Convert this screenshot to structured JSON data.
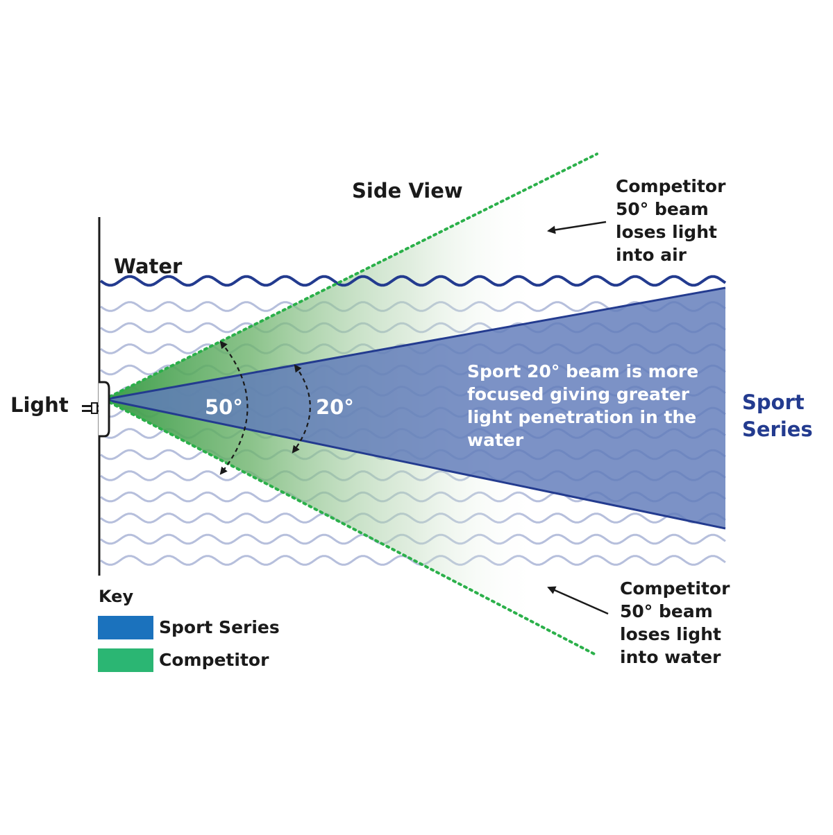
{
  "title": "Side View",
  "labels": {
    "water": "Water",
    "light": "Light",
    "competitor_air": "Competitor\n50° beam\nloses light\ninto air",
    "competitor_water": "Competitor\n50° beam\nloses light\ninto water",
    "sport_description": "Sport 20° beam is more\nfocused giving greater\nlight penetration in the\nwater",
    "series_name": "Sport\nSeries",
    "angle_competitor": "50°",
    "angle_sport": "20°"
  },
  "key": {
    "title": "Key",
    "items": [
      {
        "label": "Sport Series",
        "color": "#1b72bd"
      },
      {
        "label": "Competitor",
        "color": "#2bb673"
      }
    ]
  },
  "colors": {
    "sport_beam": "#5f7ab9",
    "sport_edge": "#233b8f",
    "competitor_beam": "#3a9c48",
    "competitor_dots": "#2bb04a",
    "water_surface": "#233b8f",
    "waves": "#b6bfdc",
    "series_text": "#233b8f"
  },
  "beam_angles_deg": {
    "sport": 20,
    "competitor": 50
  }
}
